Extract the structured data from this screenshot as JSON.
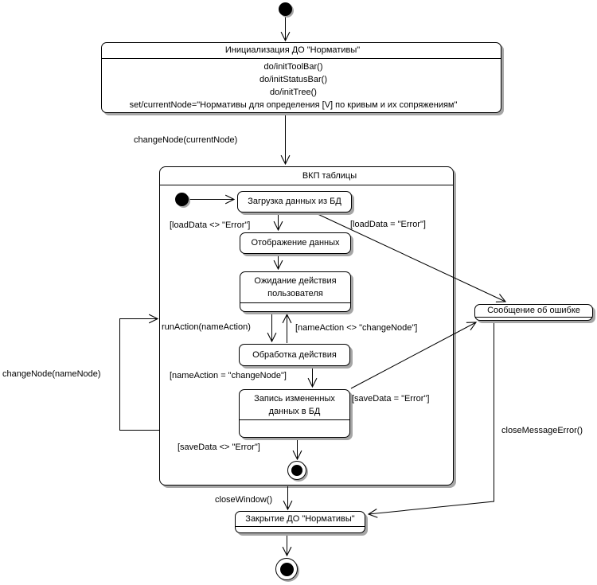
{
  "colors": {
    "background": "#ffffff",
    "line": "#000000",
    "shadow": "#a6a6a6",
    "state_fill": "#ffffff"
  },
  "states": {
    "init": {
      "title": "Инициализация ДО \"Нормативы\"",
      "actions": [
        "do/initToolBar()",
        "do/initStatusBar()",
        "do/initTree()",
        "set/currentNode=\"Нормативы для определения [V] по кривым и их сопряжениям\""
      ]
    },
    "composite": {
      "title": "ВКП таблицы"
    },
    "load": {
      "label": "Загрузка данных из БД"
    },
    "display": {
      "label": "Отображение данных"
    },
    "wait": {
      "label": "Ожидание действия пользователя"
    },
    "process": {
      "label": "Обработка действия"
    },
    "save": {
      "label": "Запись измененных данных в БД"
    },
    "error": {
      "label": "Сообщение об ошибке"
    },
    "close": {
      "label": "Закрытие ДО \"Нормативы\""
    }
  },
  "transitions": {
    "change_node_current": "changeNode(currentNode)",
    "load_ok": "[loadData <> \"Error\"]",
    "load_err": "[loadData = \"Error\"]",
    "run_action": "runAction(nameAction)",
    "action_not_change": "[nameAction <> \"changeNode\"]",
    "action_change": "[nameAction = \"changeNode\"]",
    "save_err": "[saveData = \"Error\"]",
    "save_ok": "[saveData <> \"Error\"]",
    "change_node_name": "changeNode(nameNode)",
    "close_window": "closeWindow()",
    "close_message_error": "closeMessageError()"
  }
}
